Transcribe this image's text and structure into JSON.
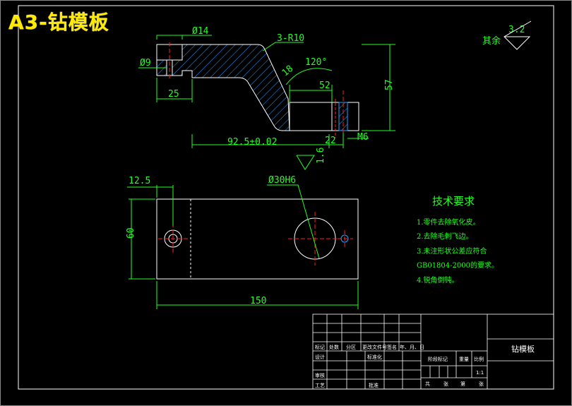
{
  "drawing_title": "A3-钻模板",
  "dims": {
    "d14": "Ø14",
    "r10": "3-R10",
    "d9": "Ø9",
    "w25": "25",
    "ang120": "120°",
    "t18": "18",
    "w52": "52",
    "h57": "57",
    "m6": "M6",
    "l92": "92.5±0.02",
    "l22": "22",
    "rough16": "1.6",
    "w12": "12.5",
    "d30": "Ø30H6",
    "h60": "60",
    "l150": "150"
  },
  "roughness": {
    "label": "其余",
    "value": "3.2"
  },
  "tech_notes": {
    "title": "技术要求",
    "items": [
      "1.零件去除氧化皮。",
      "2.去除毛刺飞边。",
      "3.未注形状公差应符合",
      "GB01804-2000的要求。",
      "4.锐角倒钝。"
    ]
  },
  "title_block": {
    "part_name": "钻模板",
    "h_mark": "标记",
    "h_count": "处数",
    "h_zone": "分区",
    "h_docno": "更改文件号",
    "h_sign": "签名",
    "h_date": "年、月、日",
    "design": "设计",
    "std": "标准化",
    "review": "审核",
    "process": "工艺",
    "approve": "批准",
    "stage": "阶段标记",
    "weight": "重量",
    "scale": "比例",
    "scale_val": "1:1",
    "total": "共",
    "sheets": "张",
    "page": "第",
    "sheet": "张"
  }
}
